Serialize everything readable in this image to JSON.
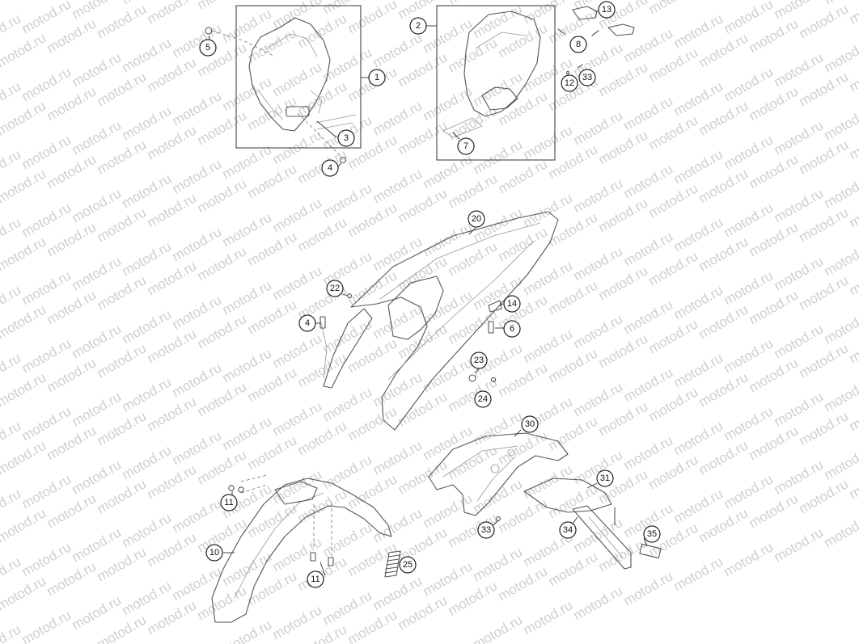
{
  "watermark": {
    "text": "motod.ru"
  },
  "callouts": [
    {
      "id": "c1",
      "label": "1"
    },
    {
      "id": "c2",
      "label": "2"
    },
    {
      "id": "c3",
      "label": "3"
    },
    {
      "id": "c4a",
      "label": "4"
    },
    {
      "id": "c4b",
      "label": "4"
    },
    {
      "id": "c5",
      "label": "5"
    },
    {
      "id": "c6",
      "label": "6"
    },
    {
      "id": "c7",
      "label": "7"
    },
    {
      "id": "c8",
      "label": "8"
    },
    {
      "id": "c10",
      "label": "10"
    },
    {
      "id": "c11a",
      "label": "11"
    },
    {
      "id": "c11b",
      "label": "11"
    },
    {
      "id": "c12",
      "label": "12"
    },
    {
      "id": "c13",
      "label": "13"
    },
    {
      "id": "c14",
      "label": "14"
    },
    {
      "id": "c20",
      "label": "20"
    },
    {
      "id": "c22",
      "label": "22"
    },
    {
      "id": "c23",
      "label": "23"
    },
    {
      "id": "c24",
      "label": "24"
    },
    {
      "id": "c25",
      "label": "25"
    },
    {
      "id": "c30",
      "label": "30"
    },
    {
      "id": "c31",
      "label": "31"
    },
    {
      "id": "c33a",
      "label": "33"
    },
    {
      "id": "c33b",
      "label": "33"
    },
    {
      "id": "c34",
      "label": "34"
    },
    {
      "id": "c35",
      "label": "35"
    }
  ]
}
